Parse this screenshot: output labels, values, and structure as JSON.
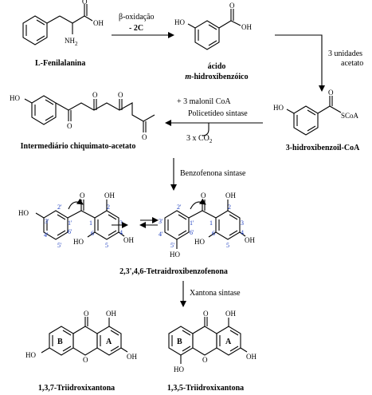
{
  "compounds": {
    "phe_name": "L-Fenilalanina",
    "mhba_line1": "ácido",
    "mhba_line2_prefix": "m",
    "mhba_line2_rest": "-hidroxibenzóico",
    "coa_name": "3-hidroxibenzoil-CoA",
    "intermediate_name": "Intermediário chiquimato-acetato",
    "benzophenone_name": "2,3',4,6-Tetraidroxibenzofenona",
    "xanthone1_name": "1,3,7-Triidroxixantona",
    "xanthone2_name": "1,3,5-Triidroxixantona"
  },
  "reactions": {
    "beta_ox": "β-oxidação",
    "minus_2c": "- 2C",
    "units_line1": "3 unidades",
    "units_line2": "acetato",
    "malonyl": "+ 3 malonil CoA",
    "polyketide": "Policetídeo sintase",
    "co2_prefix": "3 x CO",
    "co2_sub": "2",
    "benzophenone_synthase": "Benzofenona sintase",
    "xanthone_synthase": "Xantona sintase"
  },
  "atoms": {
    "oh": "OH",
    "ho": "HO",
    "nh2": "NH",
    "nh2_sub": "2",
    "o": "O",
    "scoa": "SCoA"
  },
  "ring_labels": {
    "a": "A",
    "b": "B"
  },
  "numbering": {
    "n1": "1",
    "n2": "2",
    "n3": "3",
    "n4": "4",
    "n5": "5",
    "n6": "6",
    "p1": "1'",
    "p2": "2'",
    "p3": "3'",
    "p4": "4'",
    "p5": "5'",
    "p6": "6'"
  }
}
